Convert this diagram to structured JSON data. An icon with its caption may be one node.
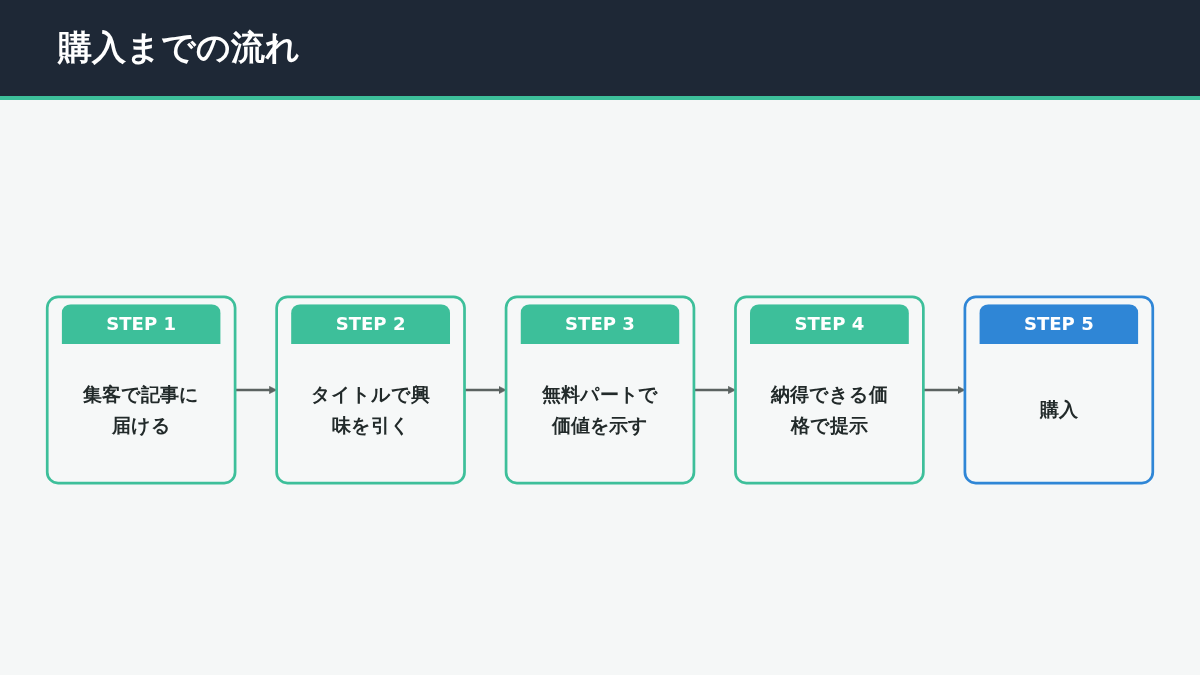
{
  "diagram": {
    "title": "購入までの流れ",
    "nodes": [
      {
        "text": [
          "STEP 1",
          "集客で記事に届ける"
        ]
      },
      {
        "text": [
          "STEP 2",
          "タイトルで興味を引く"
        ]
      },
      {
        "text": [
          "STEP 3",
          "無料パートで価値を示す"
        ]
      },
      {
        "text": [
          "STEP 4",
          "納得できる価格で提示"
        ]
      },
      {
        "text": [
          "STEP 5",
          "購入"
        ]
      }
    ],
    "edges": [
      {
        "from": 0,
        "to": 1,
        "arrow": "to"
      },
      {
        "from": 1,
        "to": 2,
        "arrow": "to"
      },
      {
        "from": 2,
        "to": 3,
        "arrow": "to"
      },
      {
        "from": 3,
        "to": 4,
        "arrow": "to"
      }
    ]
  }
}
